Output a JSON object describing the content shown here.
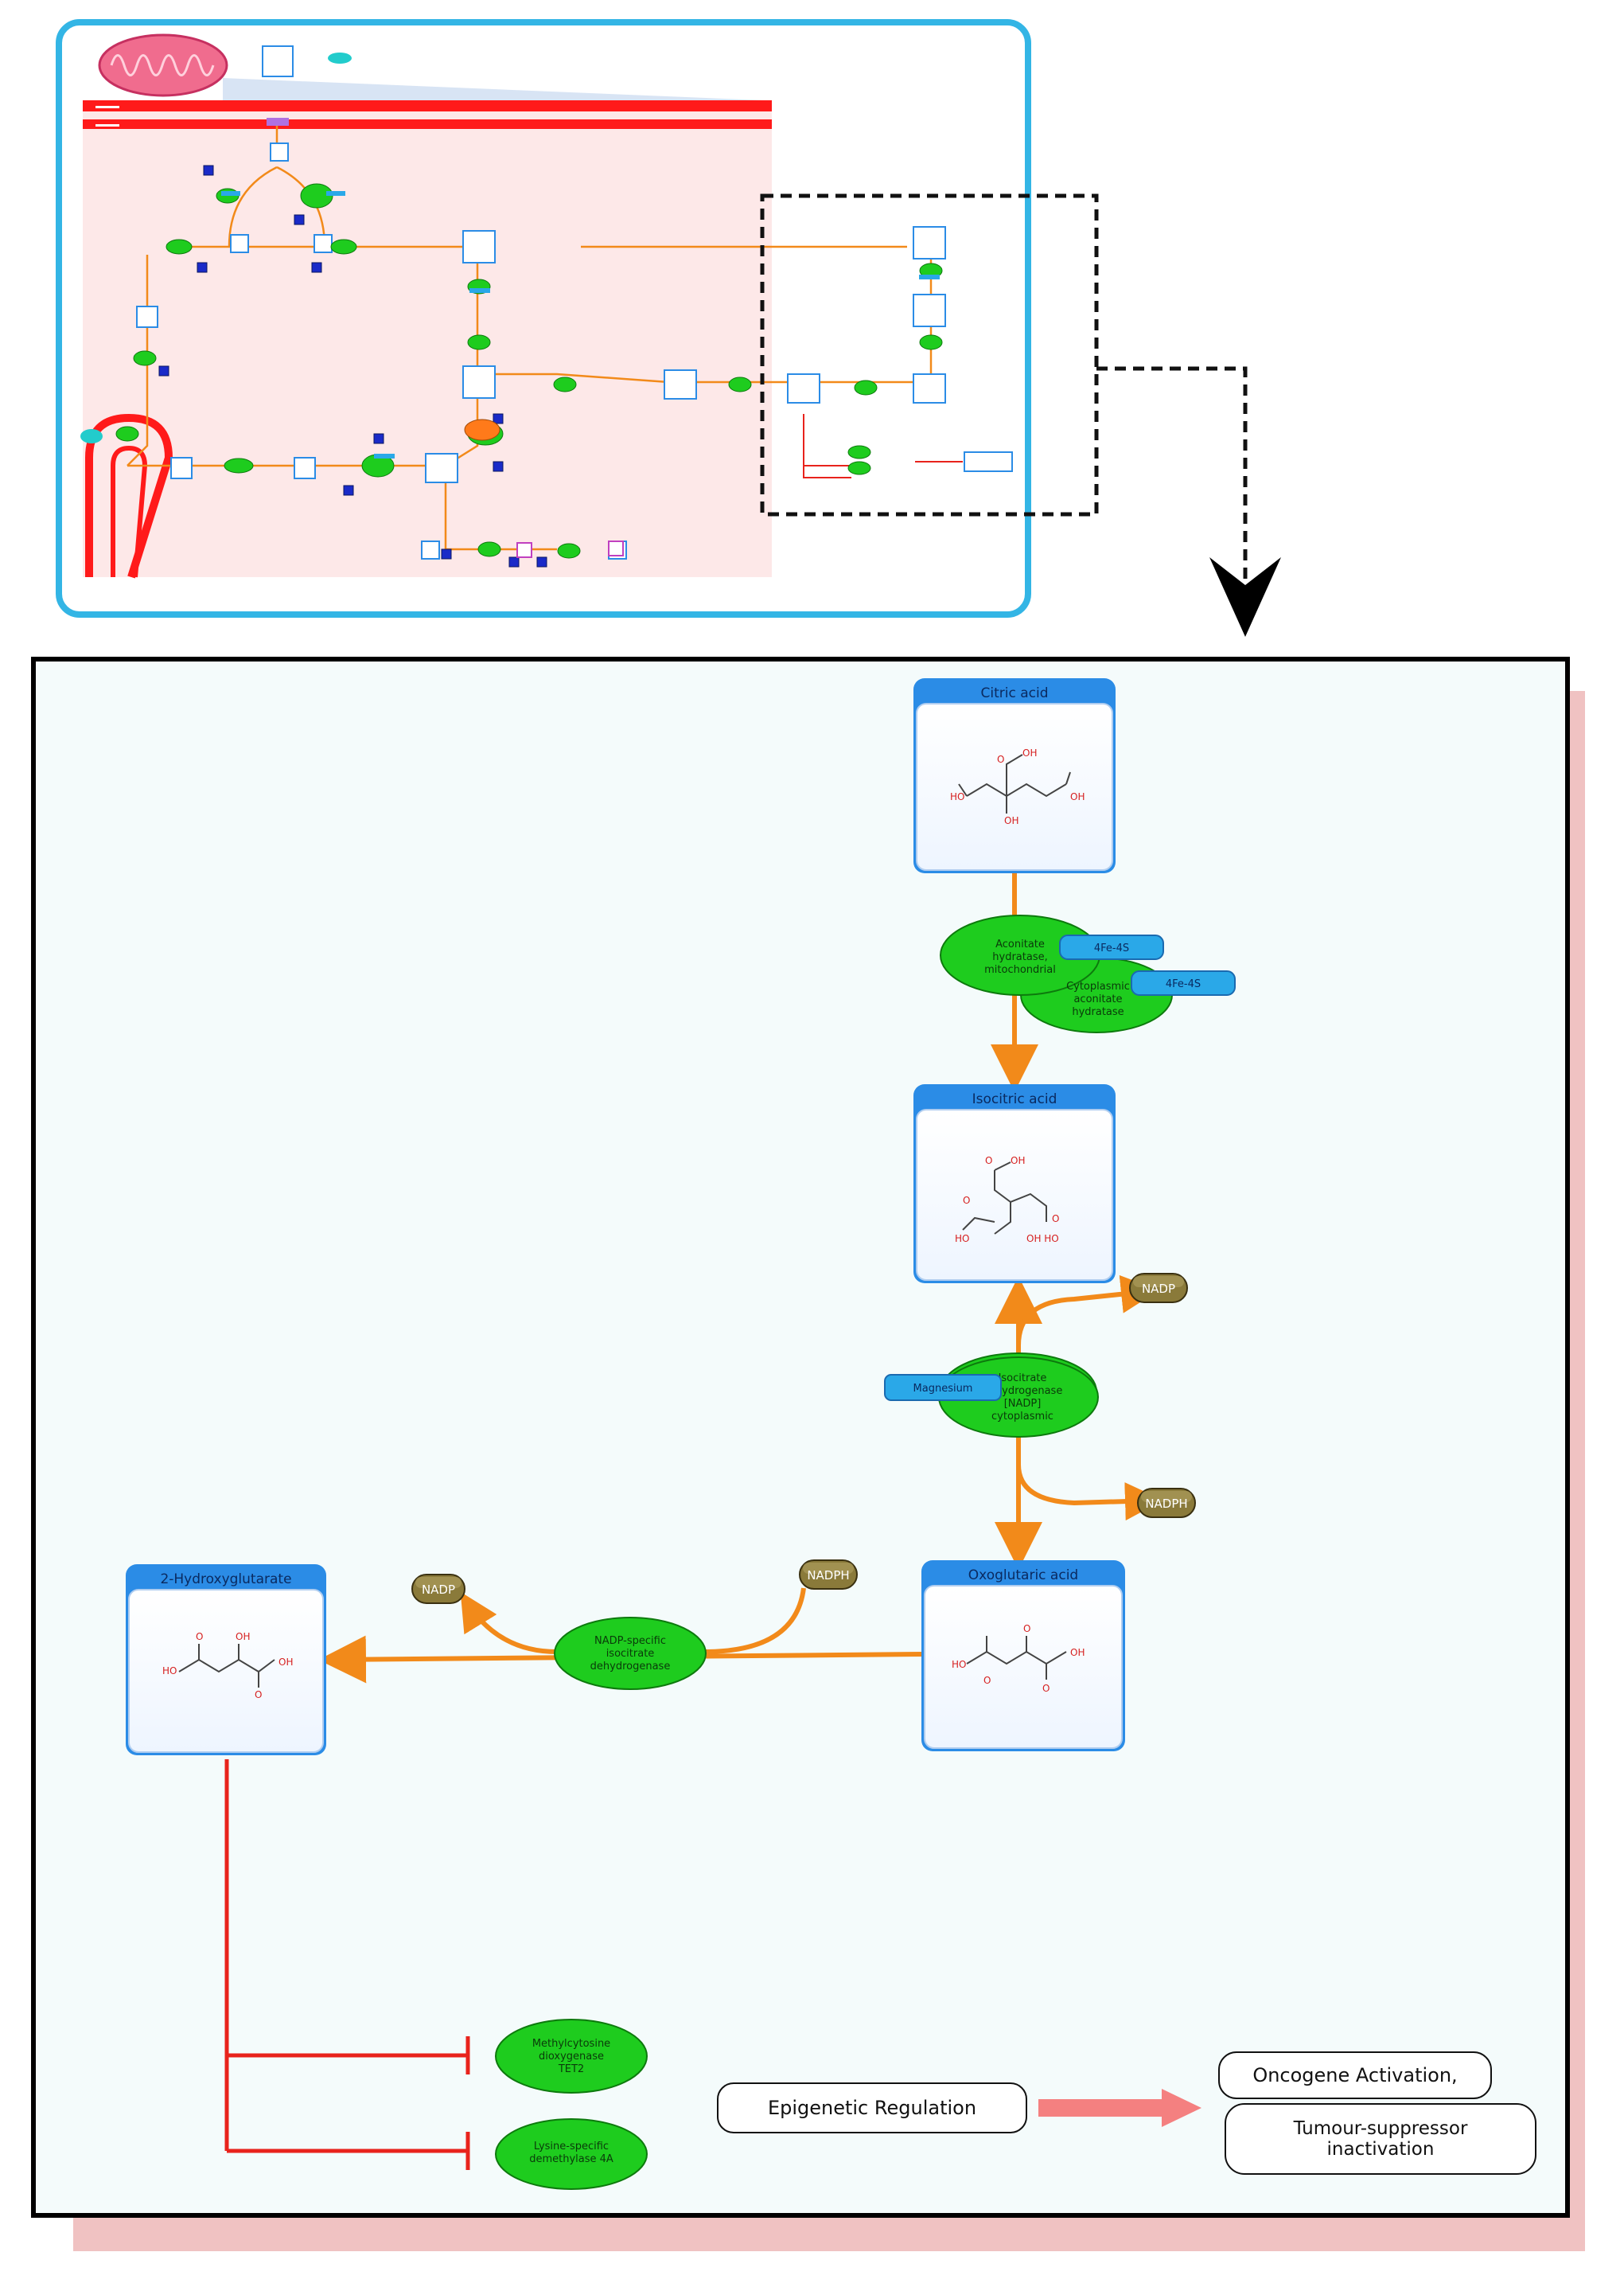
{
  "detail": {
    "compounds": [
      {
        "id": "citric",
        "title": "Citric acid"
      },
      {
        "id": "isocitric",
        "title": "Isocitric acid"
      },
      {
        "id": "oxoglutaric",
        "title": "Oxoglutaric acid"
      },
      {
        "id": "hydroxyglutarate",
        "title": "2-Hydroxyglutarate"
      }
    ],
    "enzymes": {
      "aconitase_mito": [
        "Aconitate",
        "hydratase,",
        "mitochondrial"
      ],
      "aconitase_cyto": [
        "Cytoplasmic",
        "aconitate",
        "hydratase"
      ],
      "idh_cyto": [
        "Isocitrate",
        "dehydrogenase",
        "[NADP]",
        "cytoplasmic"
      ],
      "idh_mutant": [
        "NADP-specific",
        "isocitrate",
        "dehydrogenase"
      ],
      "methylcytosine": [
        "Methylcytosine",
        "dioxygenase",
        "TET2"
      ],
      "lysine_demethylase": [
        "Lysine-specific",
        "demethylase 4A"
      ]
    },
    "tags": {
      "iron": "4Fe-4S",
      "iron2": "4Fe-4S",
      "magnesium": "Magnesium"
    },
    "cofactors": {
      "nadp_top": "NADP",
      "nadph_right": "NADPH",
      "nadp_left": "NADP",
      "nadph_mid": "NADPH"
    },
    "outcomes": {
      "epigenetic": "Epigenetic Regulation",
      "oncogene": "Oncogene Activation,",
      "tumour": [
        "Tumour-suppressor",
        "inactivation"
      ]
    }
  },
  "colors": {
    "overview_border": "#33b5e5",
    "membrane": "#ff1a1a",
    "enzyme_fill": "#1ecc1e",
    "compound_header": "#2b8ce6",
    "arrow": "#f28a1a",
    "inhibit": "#e8231c",
    "cofactor": "#8a7a3a",
    "detail_bg": "#f4fbfb",
    "shadow": "#f0c2c2"
  }
}
